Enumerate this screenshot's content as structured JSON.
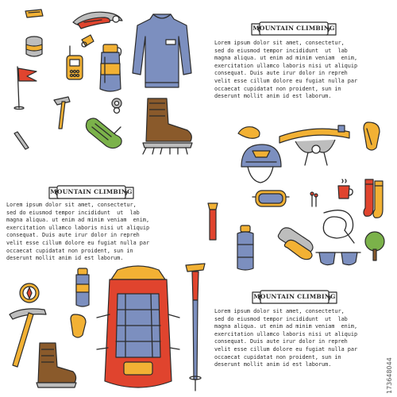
{
  "banners": [
    {
      "label": "MOUNTAIN CLIMBING"
    },
    {
      "label": "MOUNTAIN CLIMBING"
    },
    {
      "label": "MOUNTAIN CLIMBING"
    }
  ],
  "paragraphs": [
    {
      "text": "Lorem ipsum dolor sit amet, consectetur,\nsed do eiusmod tempor incididunt  ut  lab\nmagna aliqua. ut enim ad minim veniam  enim,\nexercitation ullamco laboris nisi ut aliquip\nconsequat. Duis aute irur dolor in repreh\nvelit esse cillum dolore eu fugiat nulla par\noccaecat cupidatat non proident, sun in\ndeserunt mollit anim id est laborum."
    },
    {
      "text": "Lorem ipsum dolor sit amet, consectetur,\nsed do eiusmod tempor incididunt  ut  lab\nmagna aliqua. ut enim ad minim veniam  enim,\nexercitation ullamco laboris nisi ut aliquip\nconsequat. Duis aute irur dolor in repreh\nvelit esse cillum dolore eu fugiat nulla par\noccaecat cupidatat non proident, sun in\ndeserunt mollit anim id est laborum."
    },
    {
      "text": "Lorem ipsum dolor sit amet, consectetur,\nsed do eiusmod tempor incididunt  ut  lab\nmagna aliqua. ut enim ad minim veniam  enim,\nexercitation ullamco laboris nisi ut aliquip\nconsequat. Duis aute irur dolor in repreh\nvelit esse cillum dolore eu fugiat nulla par\noccaecat cupidatat non proident, sun in\ndeserunt mollit anim id est laborum."
    }
  ],
  "watermark": "173648044",
  "colors": {
    "ink": "#2b2b2b",
    "orange": "#f2b134",
    "red": "#e0442e",
    "blue": "#7c8fbf",
    "green": "#7bb24a"
  }
}
